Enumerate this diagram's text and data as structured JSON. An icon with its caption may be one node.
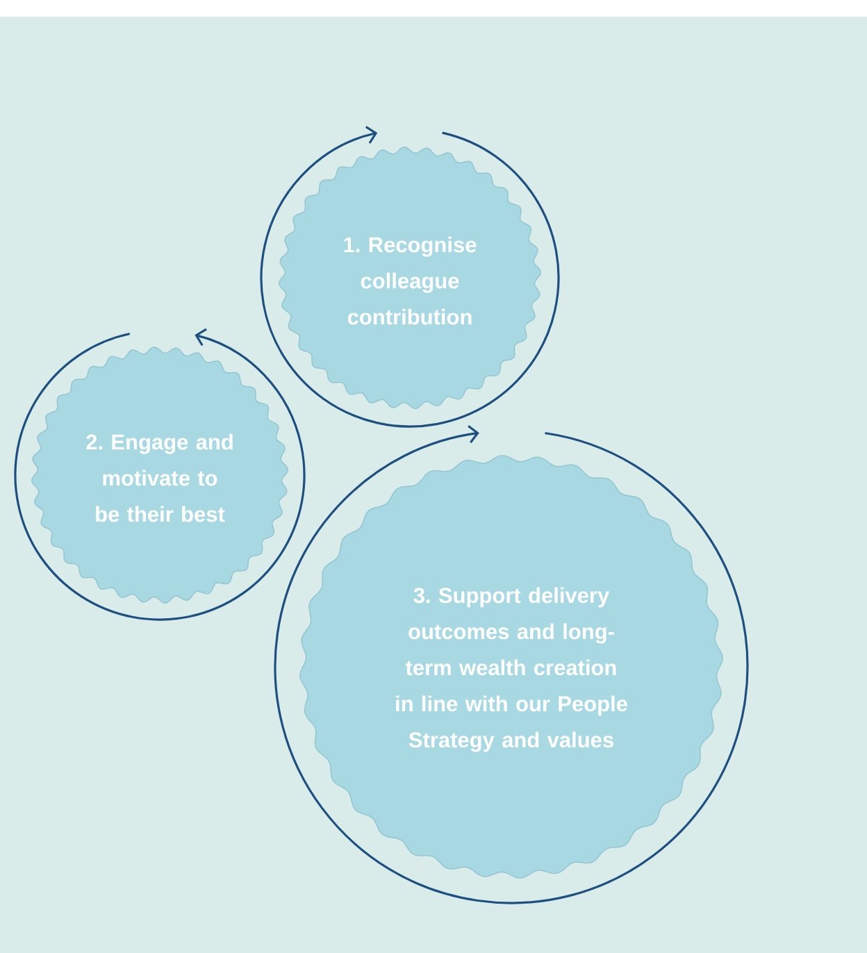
{
  "diagram": {
    "nodes": [
      {
        "text": [
          "1. Recognise colleague contribution"
        ]
      },
      {
        "text": [
          "2. Engage and motivate to be their best"
        ]
      },
      {
        "text": [
          "3. Support delivery outcomes and long-term wealth creation in line with our People Strategy and values"
        ]
      }
    ]
  }
}
